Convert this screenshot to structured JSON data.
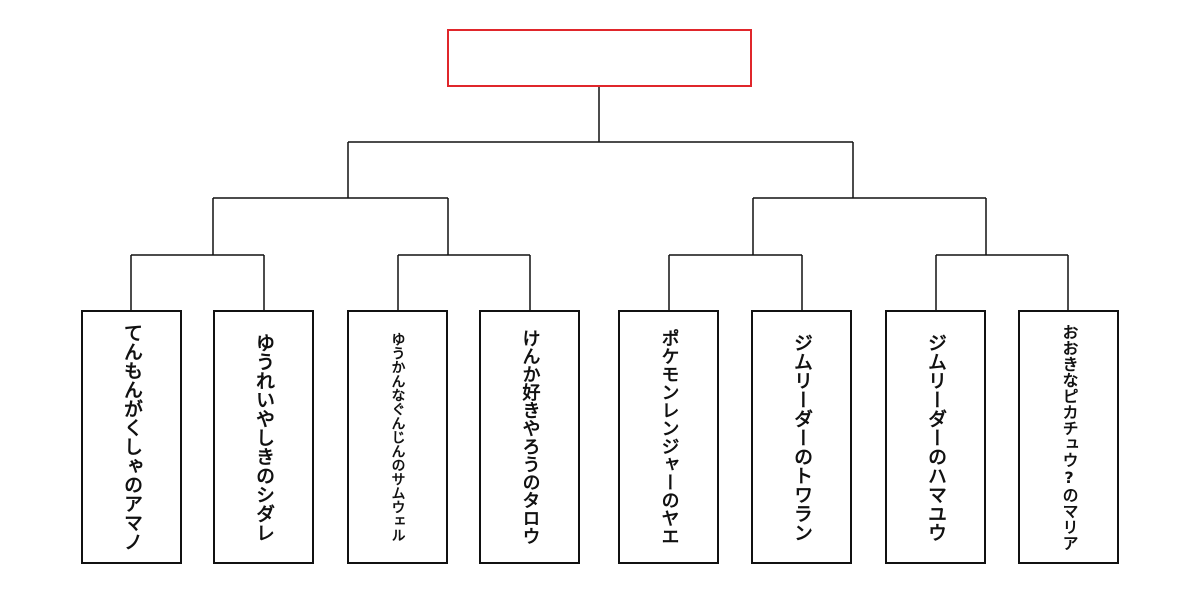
{
  "tournament": {
    "winner": "",
    "entries": [
      "てんもんがくしゃのアマノ",
      "ゆうれいやしきのシダレ",
      "ゆうかんなぐんじんのサムウェル",
      "けんか好きやろうのタロウ",
      "ポケモンレンジャーのヤエ",
      "ジムリーダーのトワラン",
      "ジムリーダーのハマユウ",
      "おおきなピカチュウ?のマリア"
    ]
  },
  "colors": {
    "winner_border": "#e0262b",
    "line": "#111111"
  }
}
